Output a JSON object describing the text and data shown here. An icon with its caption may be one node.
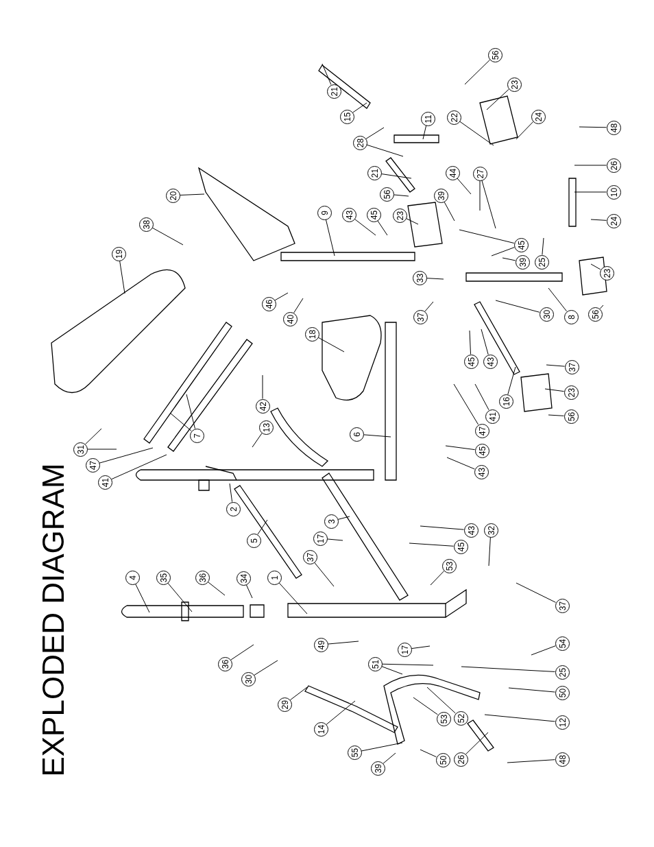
{
  "diagram": {
    "title": "EXPLODED DIAGRAM",
    "nodes": [
      {
        "text": [
          "56"
        ]
      },
      {
        "text": [
          "21"
        ]
      },
      {
        "text": [
          "15"
        ]
      },
      {
        "text": [
          "28"
        ]
      },
      {
        "text": [
          "11"
        ]
      },
      {
        "text": [
          "22"
        ]
      },
      {
        "text": [
          "23"
        ]
      },
      {
        "text": [
          "24"
        ]
      },
      {
        "text": [
          "48"
        ]
      },
      {
        "text": [
          "26"
        ]
      },
      {
        "text": [
          "10"
        ]
      },
      {
        "text": [
          "24"
        ]
      },
      {
        "text": [
          "21"
        ]
      },
      {
        "text": [
          "56"
        ]
      },
      {
        "text": [
          "44"
        ]
      },
      {
        "text": [
          "27"
        ]
      },
      {
        "text": [
          "39"
        ]
      },
      {
        "text": [
          "20"
        ]
      },
      {
        "text": [
          "9"
        ]
      },
      {
        "text": [
          "43"
        ]
      },
      {
        "text": [
          "45"
        ]
      },
      {
        "text": [
          "23"
        ]
      },
      {
        "text": [
          "45"
        ]
      },
      {
        "text": [
          "25"
        ]
      },
      {
        "text": [
          "39"
        ]
      },
      {
        "text": [
          "38"
        ]
      },
      {
        "text": [
          "19"
        ]
      },
      {
        "text": [
          "23"
        ]
      },
      {
        "text": [
          "33"
        ]
      },
      {
        "text": [
          "46"
        ]
      },
      {
        "text": [
          "40"
        ]
      },
      {
        "text": [
          "37"
        ]
      },
      {
        "text": [
          "30"
        ]
      },
      {
        "text": [
          "8"
        ]
      },
      {
        "text": [
          "56"
        ]
      },
      {
        "text": [
          "18"
        ]
      },
      {
        "text": [
          "45"
        ]
      },
      {
        "text": [
          "43"
        ]
      },
      {
        "text": [
          "37"
        ]
      },
      {
        "text": [
          "16"
        ]
      },
      {
        "text": [
          "23"
        ]
      },
      {
        "text": [
          "56"
        ]
      },
      {
        "text": [
          "41"
        ]
      },
      {
        "text": [
          "47"
        ]
      },
      {
        "text": [
          "42"
        ]
      },
      {
        "text": [
          "13"
        ]
      },
      {
        "text": [
          "7"
        ]
      },
      {
        "text": [
          "6"
        ]
      },
      {
        "text": [
          "31"
        ]
      },
      {
        "text": [
          "47"
        ]
      },
      {
        "text": [
          "41"
        ]
      },
      {
        "text": [
          "45"
        ]
      },
      {
        "text": [
          "43"
        ]
      },
      {
        "text": [
          "2"
        ]
      },
      {
        "text": [
          "3"
        ]
      },
      {
        "text": [
          "43"
        ]
      },
      {
        "text": [
          "32"
        ]
      },
      {
        "text": [
          "5"
        ]
      },
      {
        "text": [
          "17"
        ]
      },
      {
        "text": [
          "45"
        ]
      },
      {
        "text": [
          "37"
        ]
      },
      {
        "text": [
          "53"
        ]
      },
      {
        "text": [
          "4"
        ]
      },
      {
        "text": [
          "35"
        ]
      },
      {
        "text": [
          "36"
        ]
      },
      {
        "text": [
          "34"
        ]
      },
      {
        "text": [
          "1"
        ]
      },
      {
        "text": [
          "37"
        ]
      },
      {
        "text": [
          "49"
        ]
      },
      {
        "text": [
          "54"
        ]
      },
      {
        "text": [
          "17"
        ]
      },
      {
        "text": [
          "36"
        ]
      },
      {
        "text": [
          "51"
        ]
      },
      {
        "text": [
          "25"
        ]
      },
      {
        "text": [
          "30"
        ]
      },
      {
        "text": [
          "50"
        ]
      },
      {
        "text": [
          "29"
        ]
      },
      {
        "text": [
          "53"
        ]
      },
      {
        "text": [
          "52"
        ]
      },
      {
        "text": [
          "12"
        ]
      },
      {
        "text": [
          "14"
        ]
      },
      {
        "text": [
          "55"
        ]
      },
      {
        "text": [
          "50"
        ]
      },
      {
        "text": [
          "26"
        ]
      },
      {
        "text": [
          "39"
        ]
      },
      {
        "text": [
          "48"
        ]
      }
    ],
    "edges": [
      {
        "from": 0,
        "to": null,
        "arrow": "none"
      },
      {
        "from": 1,
        "to": null,
        "arrow": "none"
      },
      {
        "from": 2,
        "to": null,
        "arrow": "none"
      },
      {
        "from": 3,
        "to": null,
        "arrow": "none"
      },
      {
        "from": 3,
        "to": null,
        "arrow": "none"
      },
      {
        "from": 4,
        "to": null,
        "arrow": "none"
      },
      {
        "from": 5,
        "to": null,
        "arrow": "none"
      },
      {
        "from": 6,
        "to": null,
        "arrow": "none"
      },
      {
        "from": 7,
        "to": null,
        "arrow": "none"
      },
      {
        "from": 8,
        "to": null,
        "arrow": "none"
      },
      {
        "from": 9,
        "to": null,
        "arrow": "none"
      },
      {
        "from": 10,
        "to": null,
        "arrow": "none"
      },
      {
        "from": 11,
        "to": null,
        "arrow": "none"
      },
      {
        "from": 12,
        "to": null,
        "arrow": "none"
      },
      {
        "from": 13,
        "to": null,
        "arrow": "none"
      },
      {
        "from": 14,
        "to": null,
        "arrow": "none"
      },
      {
        "from": 15,
        "to": null,
        "arrow": "none"
      },
      {
        "from": 15,
        "to": null,
        "arrow": "none"
      },
      {
        "from": 16,
        "to": null,
        "arrow": "none"
      },
      {
        "from": 17,
        "to": null,
        "arrow": "none"
      },
      {
        "from": 18,
        "to": null,
        "arrow": "none"
      },
      {
        "from": 19,
        "to": null,
        "arrow": "none"
      },
      {
        "from": 20,
        "to": null,
        "arrow": "none"
      },
      {
        "from": 21,
        "to": null,
        "arrow": "none"
      },
      {
        "from": 22,
        "to": null,
        "arrow": "none"
      },
      {
        "from": 22,
        "to": null,
        "arrow": "none"
      },
      {
        "from": 23,
        "to": null,
        "arrow": "none"
      },
      {
        "from": 24,
        "to": null,
        "arrow": "none"
      },
      {
        "from": 25,
        "to": null,
        "arrow": "none"
      },
      {
        "from": 26,
        "to": null,
        "arrow": "none"
      },
      {
        "from": 27,
        "to": null,
        "arrow": "none"
      },
      {
        "from": 28,
        "to": null,
        "arrow": "none"
      },
      {
        "from": 29,
        "to": null,
        "arrow": "none"
      },
      {
        "from": 30,
        "to": null,
        "arrow": "none"
      },
      {
        "from": 31,
        "to": null,
        "arrow": "none"
      },
      {
        "from": 32,
        "to": null,
        "arrow": "none"
      },
      {
        "from": 33,
        "to": null,
        "arrow": "none"
      },
      {
        "from": 34,
        "to": null,
        "arrow": "none"
      },
      {
        "from": 35,
        "to": null,
        "arrow": "none"
      },
      {
        "from": 36,
        "to": null,
        "arrow": "none"
      },
      {
        "from": 37,
        "to": null,
        "arrow": "none"
      },
      {
        "from": 38,
        "to": null,
        "arrow": "none"
      },
      {
        "from": 39,
        "to": null,
        "arrow": "none"
      },
      {
        "from": 40,
        "to": null,
        "arrow": "none"
      },
      {
        "from": 41,
        "to": null,
        "arrow": "none"
      },
      {
        "from": 42,
        "to": null,
        "arrow": "none"
      },
      {
        "from": 43,
        "to": null,
        "arrow": "none"
      },
      {
        "from": 44,
        "to": null,
        "arrow": "none"
      },
      {
        "from": 45,
        "to": null,
        "arrow": "none"
      },
      {
        "from": 46,
        "to": null,
        "arrow": "none"
      },
      {
        "from": 46,
        "to": null,
        "arrow": "none"
      },
      {
        "from": 47,
        "to": null,
        "arrow": "none"
      },
      {
        "from": 48,
        "to": null,
        "arrow": "none"
      },
      {
        "from": 48,
        "to": null,
        "arrow": "none"
      },
      {
        "from": 49,
        "to": null,
        "arrow": "none"
      },
      {
        "from": 50,
        "to": null,
        "arrow": "none"
      },
      {
        "from": 51,
        "to": null,
        "arrow": "none"
      },
      {
        "from": 52,
        "to": null,
        "arrow": "none"
      },
      {
        "from": 53,
        "to": null,
        "arrow": "none"
      },
      {
        "from": 54,
        "to": null,
        "arrow": "none"
      },
      {
        "from": 55,
        "to": null,
        "arrow": "none"
      },
      {
        "from": 56,
        "to": null,
        "arrow": "none"
      },
      {
        "from": 57,
        "to": null,
        "arrow": "none"
      },
      {
        "from": 58,
        "to": null,
        "arrow": "none"
      },
      {
        "from": 59,
        "to": null,
        "arrow": "none"
      },
      {
        "from": 60,
        "to": null,
        "arrow": "none"
      },
      {
        "from": 61,
        "to": null,
        "arrow": "none"
      },
      {
        "from": 62,
        "to": null,
        "arrow": "none"
      },
      {
        "from": 63,
        "to": null,
        "arrow": "none"
      },
      {
        "from": 64,
        "to": null,
        "arrow": "none"
      },
      {
        "from": 65,
        "to": null,
        "arrow": "none"
      },
      {
        "from": 66,
        "to": null,
        "arrow": "none"
      },
      {
        "from": 67,
        "to": null,
        "arrow": "none"
      },
      {
        "from": 68,
        "to": null,
        "arrow": "none"
      },
      {
        "from": 69,
        "to": null,
        "arrow": "none"
      },
      {
        "from": 70,
        "to": null,
        "arrow": "none"
      },
      {
        "from": 71,
        "to": null,
        "arrow": "none"
      },
      {
        "from": 72,
        "to": null,
        "arrow": "none"
      },
      {
        "from": 72,
        "to": null,
        "arrow": "none"
      },
      {
        "from": 73,
        "to": null,
        "arrow": "none"
      },
      {
        "from": 74,
        "to": null,
        "arrow": "none"
      },
      {
        "from": 75,
        "to": null,
        "arrow": "none"
      },
      {
        "from": 76,
        "to": null,
        "arrow": "none"
      },
      {
        "from": 77,
        "to": null,
        "arrow": "none"
      },
      {
        "from": 78,
        "to": null,
        "arrow": "none"
      },
      {
        "from": 79,
        "to": null,
        "arrow": "none"
      },
      {
        "from": 80,
        "to": null,
        "arrow": "none"
      },
      {
        "from": 81,
        "to": null,
        "arrow": "none"
      },
      {
        "from": 82,
        "to": null,
        "arrow": "none"
      },
      {
        "from": 83,
        "to": null,
        "arrow": "none"
      },
      {
        "from": 84,
        "to": null,
        "arrow": "none"
      },
      {
        "from": 85,
        "to": null,
        "arrow": "none"
      }
    ]
  }
}
